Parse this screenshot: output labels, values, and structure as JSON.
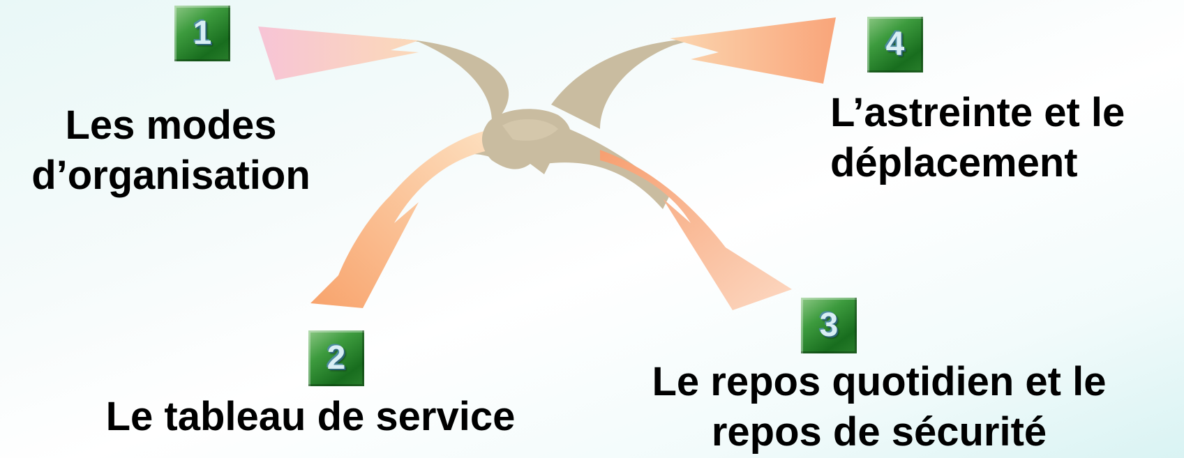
{
  "items": [
    {
      "number": "1",
      "lines": [
        "Les modes",
        "d’organisation"
      ]
    },
    {
      "number": "2",
      "lines": [
        "Le tableau de service"
      ]
    },
    {
      "number": "3",
      "lines": [
        "Le repos quotidien et le",
        "repos de sécurité"
      ]
    },
    {
      "number": "4",
      "lines": [
        "L’astreinte et le",
        "déplacement"
      ]
    }
  ],
  "colors": {
    "arrow_body": "#c9bca0",
    "arrow_head_light": "#fbd2c8",
    "arrow_head_dark": "#f7a46a",
    "badge_green": "#2a7f2c"
  }
}
